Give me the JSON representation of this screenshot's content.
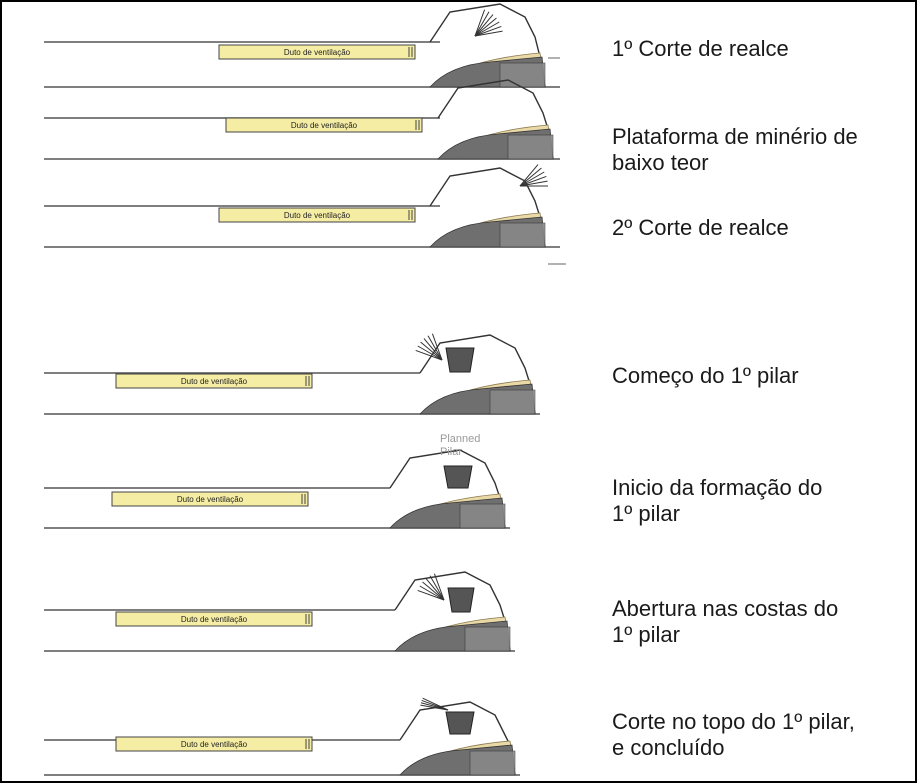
{
  "duct_label": "Duto de ventilação",
  "overlay_label": "Planned\nPilar",
  "stages": [
    {
      "caption": "1º Corte de realce"
    },
    {
      "caption": "Plataforma de minério de\nbaixo teor"
    },
    {
      "caption": "2º Corte de realce"
    },
    {
      "caption": "Começo do 1º pilar"
    },
    {
      "caption": "Inicio da formação do\n1º pilar"
    },
    {
      "caption": "Abertura nas costas do\n1º pilar"
    },
    {
      "caption": "Corte no topo do 1º pilar,\ne concluído"
    }
  ],
  "colors": {
    "duct_fill": "#f6eda5",
    "ore_fill": "#e9d9a7",
    "rock_fill": "#6f6f6f",
    "pillar_fill": "#555555",
    "line": "#555555"
  }
}
